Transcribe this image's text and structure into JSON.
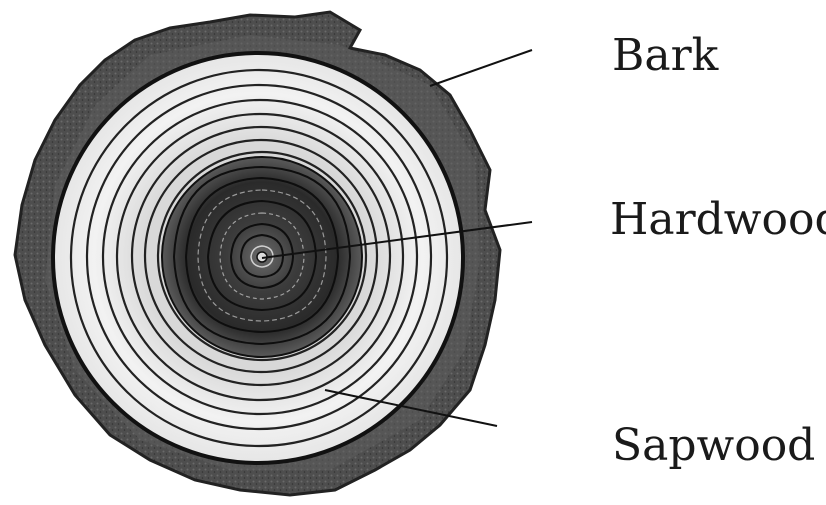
{
  "diagram": {
    "labels": {
      "bark": "Bark",
      "hardwood": "Hardwood",
      "sapwood": "Sapwood"
    },
    "sapwood_ring_count": 7,
    "heartwood_ring_count": 8,
    "colors": {
      "bark": "#4a4a4a",
      "sapwood": "#ededed",
      "heartwood": "#3a3a3a",
      "lines": "#111111"
    }
  }
}
